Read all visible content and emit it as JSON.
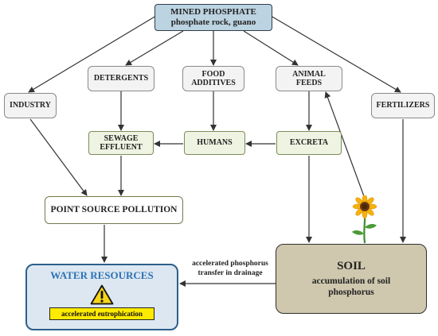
{
  "mined": {
    "title": "MINED PHOSPHATE",
    "subtitle": "phosphate rock, guano"
  },
  "nodes": {
    "industry": "INDUSTRY",
    "detergents": "DETERGENTS",
    "food_1": "FOOD",
    "food_2": "ADDITIVES",
    "animal_1": "ANIMAL",
    "animal_2": "FEEDS",
    "fertilizers": "FERTILIZERS",
    "sewage_1": "SEWAGE",
    "sewage_2": "EFFLUENT",
    "humans": "HUMANS",
    "excreta": "EXCRETA",
    "point": "POINT SOURCE POLLUTION"
  },
  "soil": {
    "title": "SOIL",
    "line1": "accumulation of soil",
    "line2": "phosphorus"
  },
  "water": {
    "title": "WATER RESOURCES",
    "badge": "accelerated eutrophication"
  },
  "transfer": {
    "line1": "accelerated phosphorus",
    "line2": "transfer in drainage"
  },
  "icons": {
    "warning": "warning-icon",
    "sunflower": "sunflower-icon"
  },
  "colors": {
    "mined_fill": "#bcd3e1",
    "soil_fill": "#cfc8ae",
    "water_fill": "#dde7f1",
    "water_title": "#2c72b3",
    "badge_fill": "#ffeb00"
  }
}
